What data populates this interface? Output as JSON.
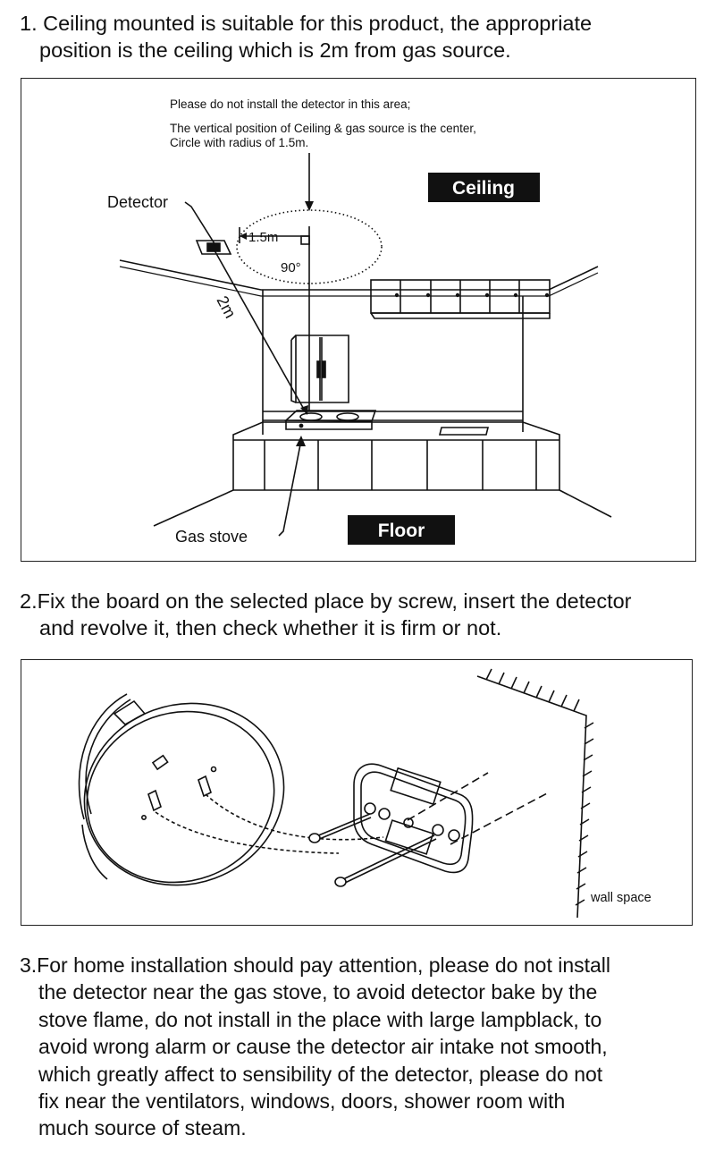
{
  "step1": {
    "line1": "1. Ceiling mounted is suitable for this product, the appropriate",
    "line2": "position is the ceiling which is 2m from gas source."
  },
  "figure1": {
    "note_line1": "Please do not install the detector in this area;",
    "note_line2": "The vertical position of Ceiling & gas source is the center,",
    "note_line3": "Circle with radius of 1.5m.",
    "ceiling_label": "Ceiling",
    "detector_label": "Detector",
    "radius_label": "1.5m",
    "angle_label": "90°",
    "distance_label": "2m",
    "gas_stove_label": "Gas stove",
    "floor_label": "Floor"
  },
  "step2": {
    "line1": "2.Fix the board on the selected place by screw, insert the detector",
    "line2": "and revolve it, then check whether it is firm or not."
  },
  "figure2": {
    "wall_label": "wall space"
  },
  "step3": {
    "line1": "3.For home installation should pay attention, please do not install",
    "line2": "the detector near the gas stove, to avoid detector bake by the",
    "line3": "stove flame, do not install in the place with large lampblack, to",
    "line4": "avoid wrong alarm or cause the detector air intake not smooth,",
    "line5": "which greatly affect to sensibility of the detector, please do not",
    "line6": "fix near the ventilators, windows, doors, shower room with",
    "line7": "much source of steam."
  },
  "colors": {
    "text": "#111111",
    "label_bg": "#111111",
    "label_text": "#ffffff"
  },
  "icons": [
    "screw-icon",
    "detector-icon",
    "wall-hatch-icon"
  ]
}
